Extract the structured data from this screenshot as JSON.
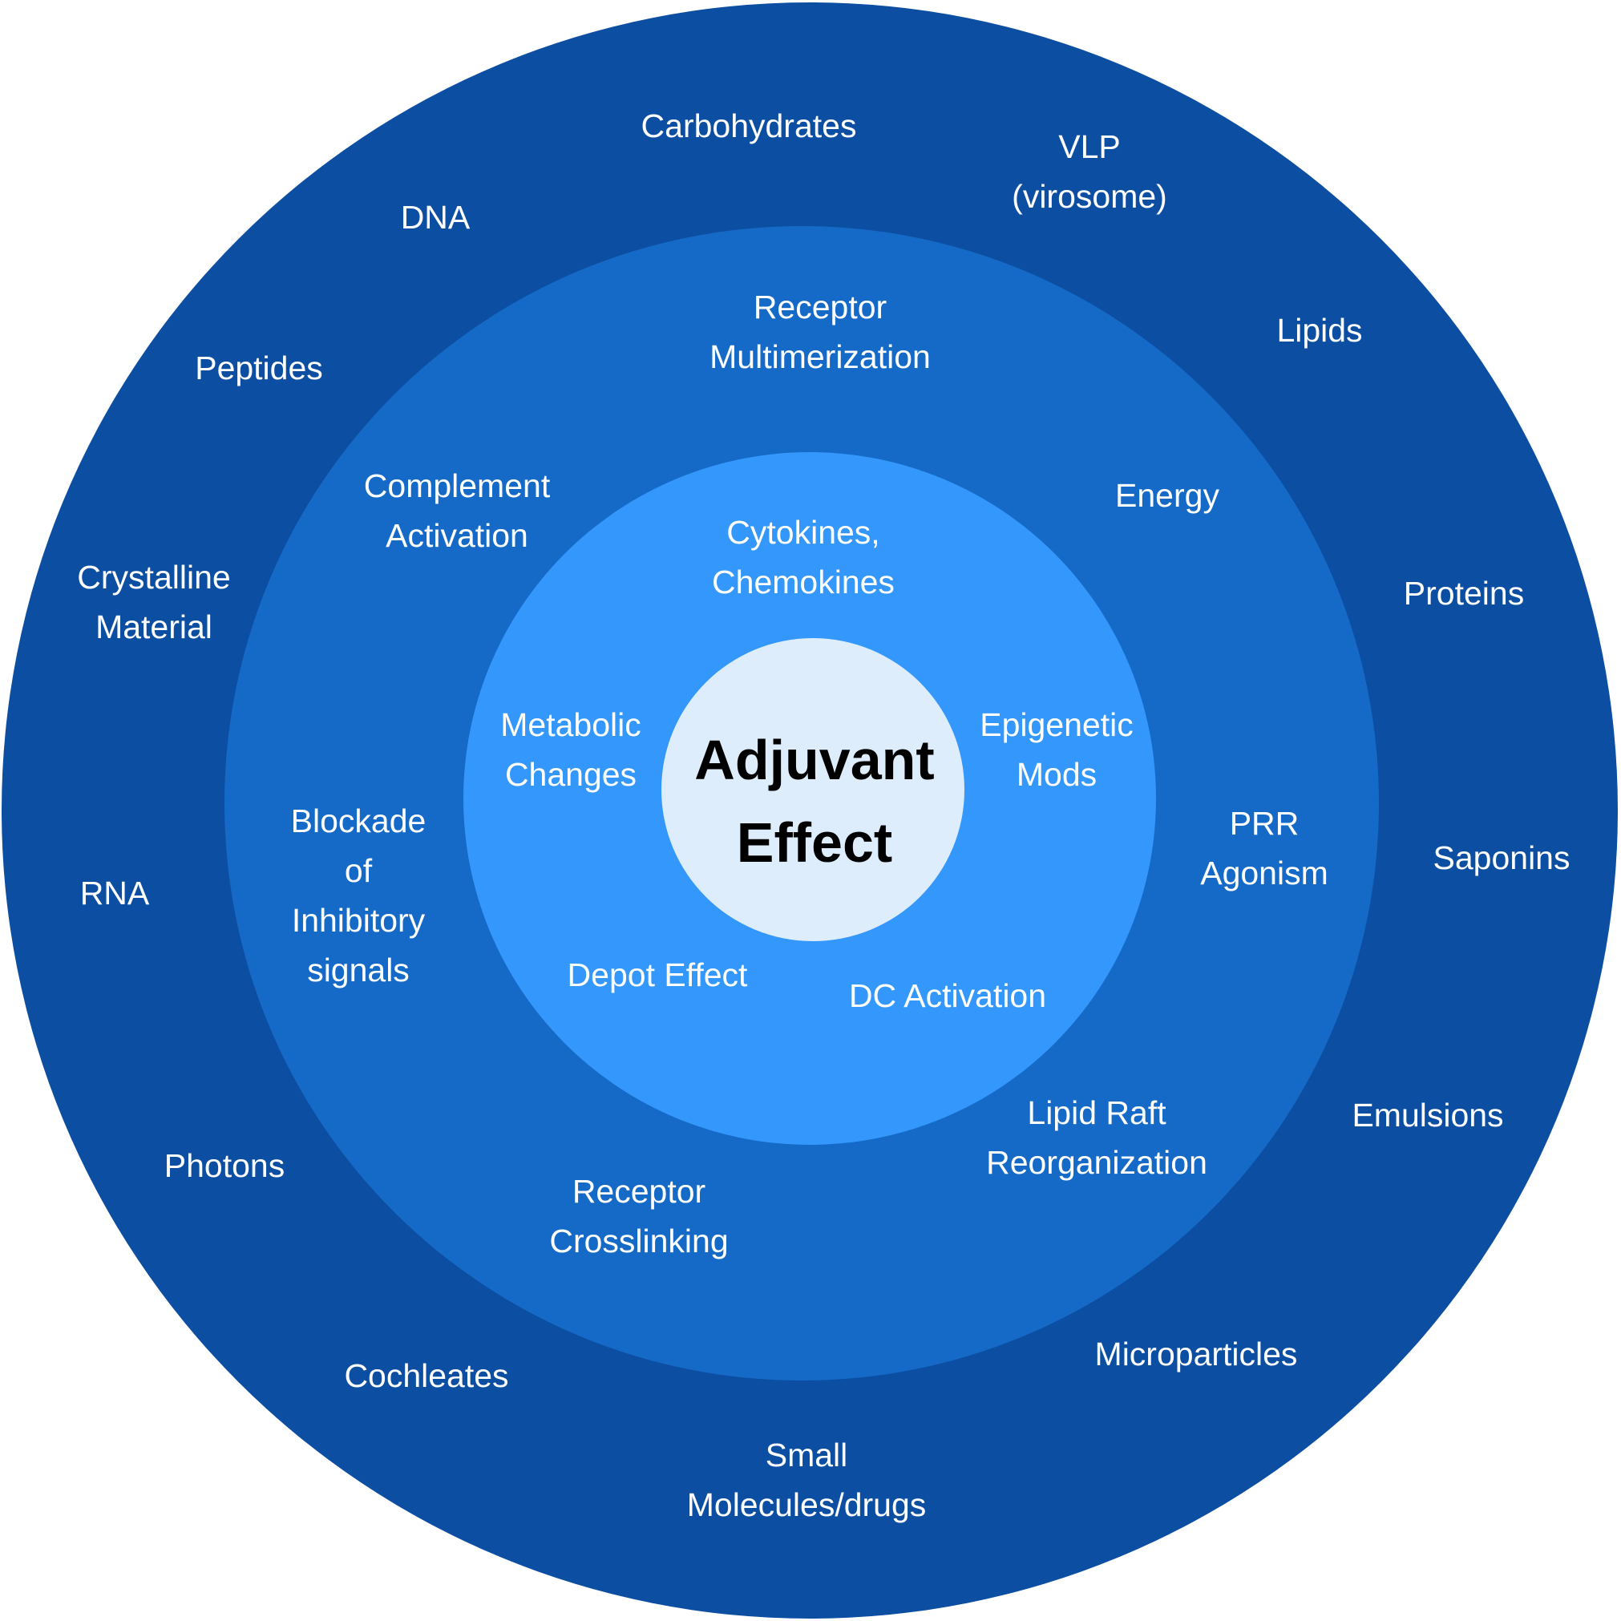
{
  "center": {
    "line1": "Adjuvant",
    "line2": "Effect"
  },
  "inner_ring": {
    "cytokines": [
      "Cytokines,",
      "Chemokines"
    ],
    "metabolic": [
      "Metabolic",
      "Changes"
    ],
    "epigenetic": [
      "Epigenetic",
      "Mods"
    ],
    "depot": [
      "Depot Effect"
    ],
    "dc_activation": [
      "DC Activation"
    ]
  },
  "middle_ring": {
    "receptor_multimerization": [
      "Receptor",
      "Multimerization"
    ],
    "complement_activation": [
      "Complement",
      "Activation"
    ],
    "energy": [
      "Energy"
    ],
    "blockade": [
      "Blockade",
      "of",
      "Inhibitory",
      "signals"
    ],
    "prr_agonism": [
      "PRR",
      "Agonism"
    ],
    "lipid_raft": [
      "Lipid Raft",
      "Reorganization"
    ],
    "receptor_crosslinking": [
      "Receptor",
      "Crosslinking"
    ]
  },
  "outer_ring": {
    "carbohydrates": [
      "Carbohydrates"
    ],
    "vlp": [
      "VLP",
      "(virosome)"
    ],
    "dna": [
      "DNA"
    ],
    "lipids": [
      "Lipids"
    ],
    "peptides": [
      "Peptides"
    ],
    "crystalline": [
      "Crystalline",
      "Material"
    ],
    "proteins": [
      "Proteins"
    ],
    "saponins": [
      "Saponins"
    ],
    "rna": [
      "RNA"
    ],
    "emulsions": [
      "Emulsions"
    ],
    "photons": [
      "Photons"
    ],
    "microparticles": [
      "Microparticles"
    ],
    "cochleates": [
      "Cochleates"
    ],
    "small_molecules": [
      "Small",
      "Molecules/drugs"
    ]
  },
  "colors": {
    "outer": "#0b4ea2",
    "middle": "#156ac8",
    "inner": "#3397fb",
    "center": "#deedfb"
  }
}
